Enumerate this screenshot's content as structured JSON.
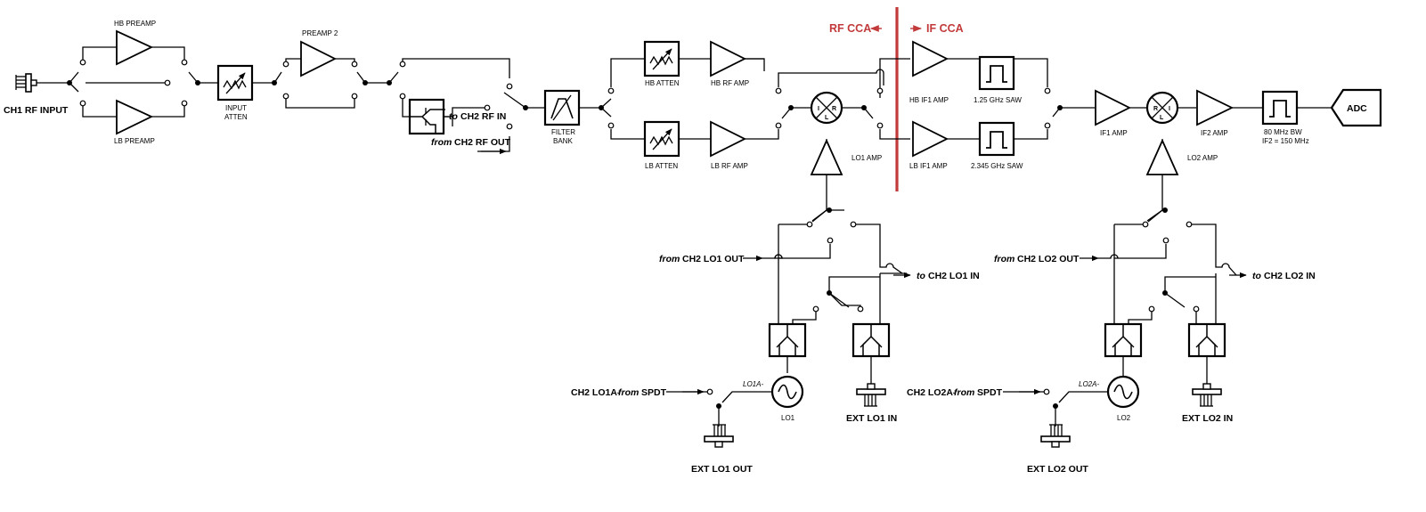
{
  "colors": {
    "cca_line": "#c23a3a",
    "line": "#000000",
    "background": "#ffffff"
  },
  "input": {
    "ch1_rf_input": "CH1 RF INPUT"
  },
  "preamps": {
    "hb_preamp": "HB PREAMP",
    "lb_preamp": "LB PREAMP",
    "preamp2": "PREAMP 2"
  },
  "attenuators": {
    "input_atten_1": "INPUT",
    "input_atten_2": "ATTEN",
    "hb_atten": "HB ATTEN",
    "lb_atten": "LB ATTEN"
  },
  "filter_bank": {
    "line1": "FILTER",
    "line2": "BANK"
  },
  "crosslinks": {
    "to_ch2_rf_in_prefix": "to",
    "to_ch2_rf_in": "CH2 RF IN",
    "from_ch2_rf_out_prefix": "from",
    "from_ch2_rf_out": "CH2 RF OUT",
    "from_ch2_lo1_out_prefix": "from",
    "from_ch2_lo1_out": "CH2 LO1 OUT",
    "to_ch2_lo1_in_prefix": "to",
    "to_ch2_lo1_in": "CH2 LO1 IN",
    "from_ch2_lo2_out_prefix": "from",
    "from_ch2_lo2_out": "CH2 LO2 OUT",
    "to_ch2_lo2_in_prefix": "to",
    "to_ch2_lo2_in": "CH2 LO2 IN",
    "ch2_lo1a_a": "CH2 LO1A-",
    "ch2_lo1a_b": "from",
    "ch2_lo1a_c": "SPDT",
    "ch2_lo2a_a": "CH2 LO2A-",
    "ch2_lo2a_b": "from",
    "ch2_lo2a_c": "SPDT"
  },
  "rf_amps": {
    "hb": "HB RF AMP",
    "lb": "LB RF AMP"
  },
  "mixer1": {
    "i": "I",
    "r": "R",
    "l": "L",
    "lo_amp": "LO1 AMP"
  },
  "cca": {
    "rf": "RF CCA",
    "if": "IF CCA"
  },
  "if_section": {
    "hb_if1_amp": "HB IF1 AMP",
    "lb_if1_amp": "LB IF1 AMP",
    "saw_hb": "1.25 GHz SAW",
    "saw_lb": "2.345 GHz SAW",
    "if1_amp": "IF1 AMP",
    "if2_amp": "IF2 AMP",
    "lo2_amp": "LO2 AMP",
    "bw_1": "80 MHz BW",
    "bw_2": "IF2 = 150 MHz",
    "adc": "ADC"
  },
  "mixer2": {
    "r": "R",
    "i": "I",
    "l": "L"
  },
  "lo1": {
    "label": "LO1",
    "net": "LO1A-",
    "ext_in": "EXT LO1 IN",
    "ext_out": "EXT LO1 OUT"
  },
  "lo2": {
    "label": "LO2",
    "net": "LO2A-",
    "ext_in": "EXT LO2 IN",
    "ext_out": "EXT LO2 OUT"
  }
}
